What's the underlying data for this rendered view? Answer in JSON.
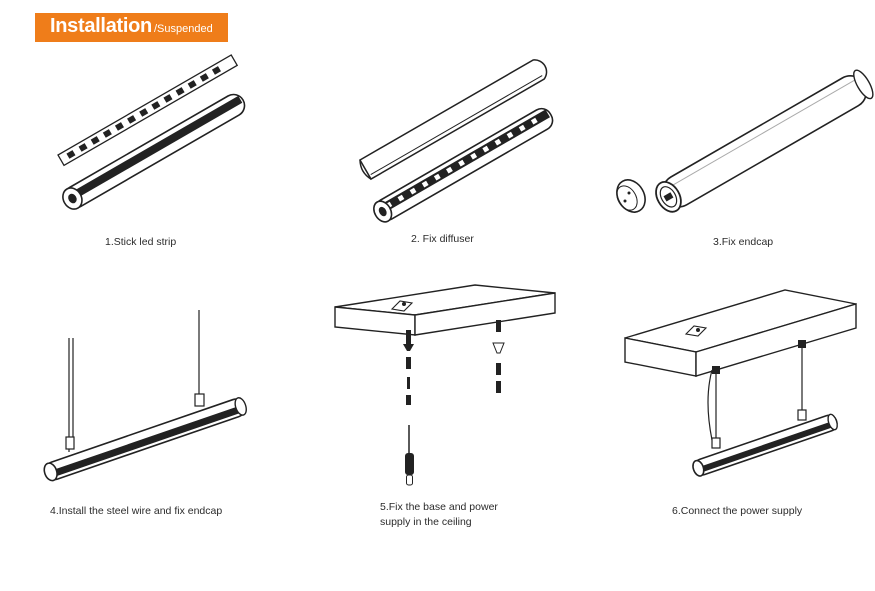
{
  "header": {
    "title": "Installation",
    "subtitle": "/Suspended",
    "accent_color": "#ef7d1a"
  },
  "steps": [
    {
      "caption": "1.Stick led strip"
    },
    {
      "caption": "2. Fix diffuser"
    },
    {
      "caption": "3.Fix endcap"
    },
    {
      "caption": "4.Install the steel wire and fix endcap"
    },
    {
      "caption_line1": "5.Fix the base and power",
      "caption_line2": "supply in the ceiling"
    },
    {
      "caption": "6.Connect the power supply"
    }
  ]
}
